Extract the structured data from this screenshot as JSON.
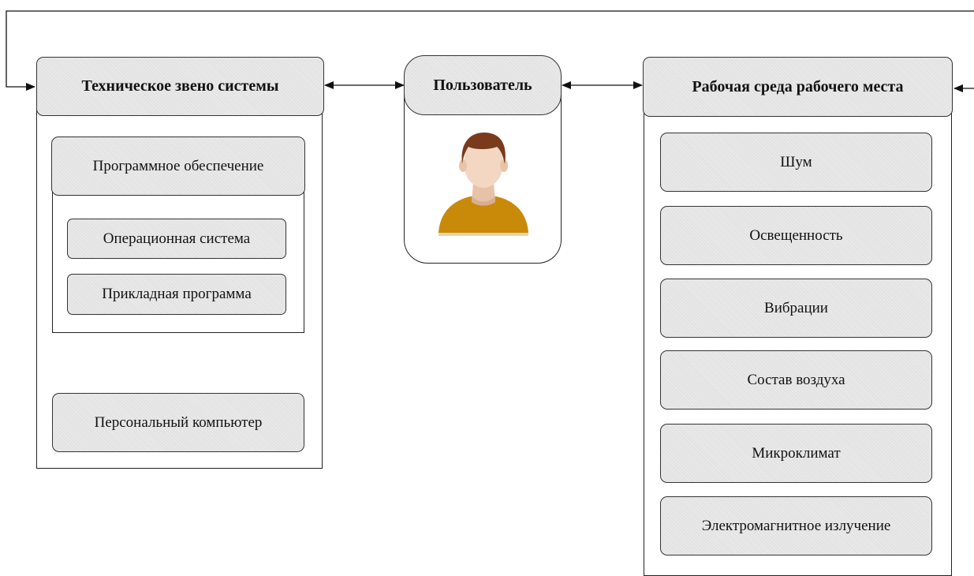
{
  "technical": {
    "title": "Техническое звено системы",
    "software": {
      "title": "Программное обеспечение",
      "items": [
        "Операционная система",
        "Прикладная программа"
      ]
    },
    "pc": "Персональный компьютер"
  },
  "user": {
    "title": "Пользователь",
    "avatar_icon": "user-avatar-icon"
  },
  "environment": {
    "title": "Рабочая среда рабочего места",
    "items": [
      "Шум",
      "Освещенность",
      "Вибрации",
      "Состав воздуха",
      "Микроклимат",
      "Электромагнитное излучение"
    ]
  },
  "colors": {
    "box_fill": "#e9e9e9",
    "line": "#111111",
    "shirt": "#c98a0a",
    "hair": "#7a3a1c",
    "skin": "#f3d7c2"
  }
}
